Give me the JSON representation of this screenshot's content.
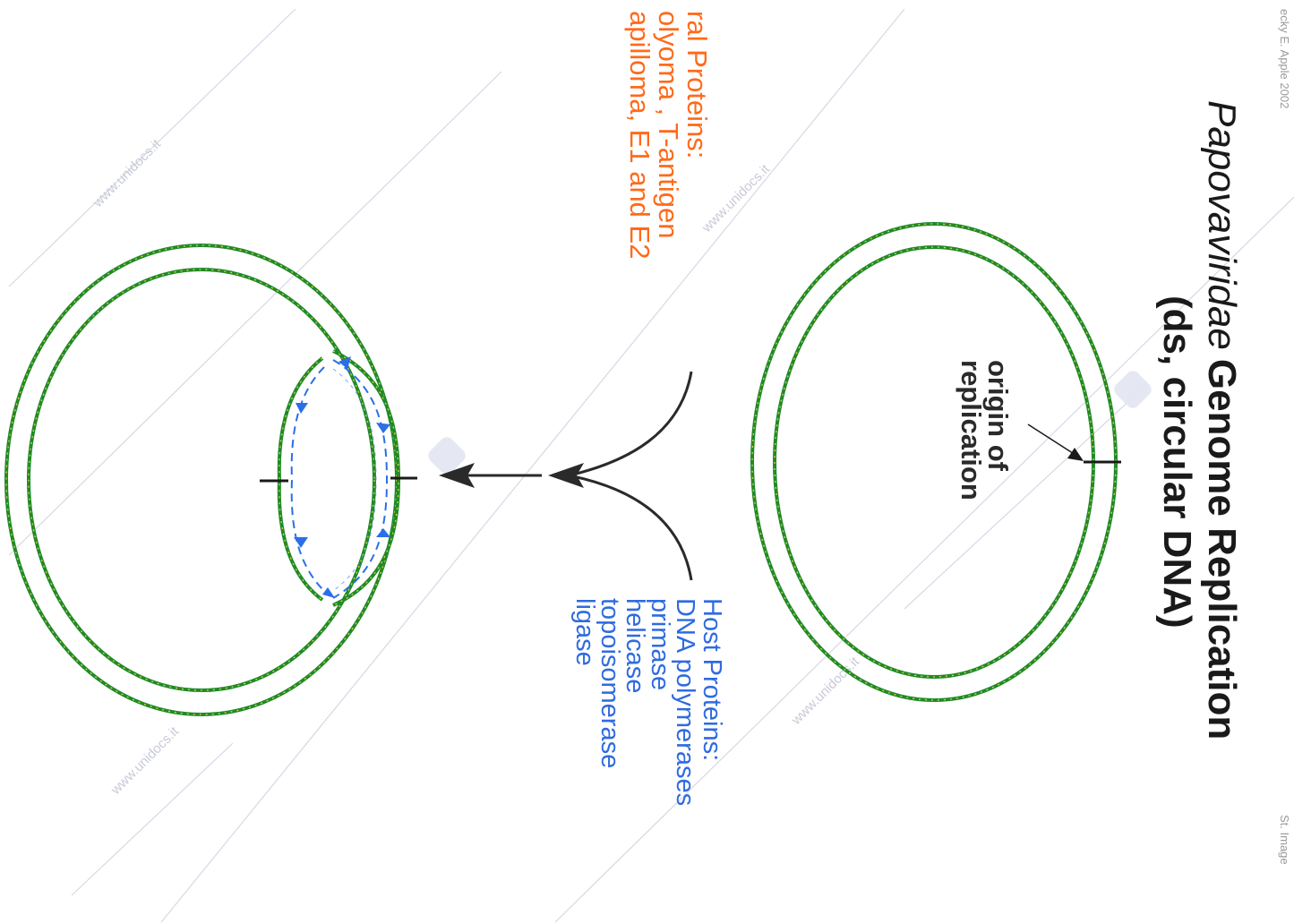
{
  "title": {
    "italic_part": "Papovaviridae",
    "bold_part": "Genome Replication",
    "subtitle": "(ds, circular DNA)"
  },
  "origin_label": {
    "line1": "origin of",
    "line2": "replication"
  },
  "viral_proteins": {
    "heading": "ral Proteins:",
    "line1": "olyoma , T-antigen",
    "line2": "apilloma, E1 and E2"
  },
  "host_proteins": {
    "heading": "Host Proteins:",
    "items": [
      "DNA polymerases",
      "primase",
      "helicase",
      "topoisomerase",
      "ligase"
    ]
  },
  "watermark_text": "www.unidocs.it",
  "corner_left": "ecky E. Apple 2002",
  "corner_right": "St. Image",
  "colors": {
    "dna_green": "#1f8a2a",
    "dna_yellow": "#e0d23a",
    "viral_orange": "#ff6a1a",
    "host_blue": "#2f6be0",
    "replication_blue": "#2a6fe8",
    "arrow": "#2a2a2a",
    "watermark": "#c8cad8"
  }
}
